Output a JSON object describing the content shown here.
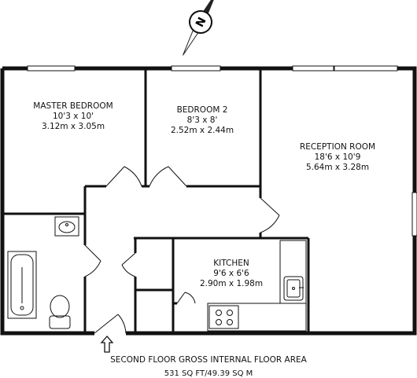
{
  "rooms": {
    "master_bedroom": {
      "name": "MASTER BEDROOM",
      "imperial": "10'3 x 10'",
      "metric": "3.12m x 3.05m"
    },
    "bedroom_2": {
      "name": "BEDROOM 2",
      "imperial": "8'3 x 8'",
      "metric": "2.52m x 2.44m"
    },
    "reception_room": {
      "name": "RECEPTION ROOM",
      "imperial": "18'6 x 10'9",
      "metric": "5.64m x 3.28m"
    },
    "kitchen": {
      "name": "KITCHEN",
      "imperial": "9'6 x 6'6",
      "metric": "2.90m x 1.98m"
    }
  },
  "footer": {
    "title": "SECOND FLOOR GROSS INTERNAL FLOOR AREA",
    "area": "531 SQ FT/49.39 SQ M"
  },
  "compass": {
    "letter": "N",
    "icon": "compass-north-icon"
  },
  "entrance": {
    "icon": "entrance-arrow-icon"
  }
}
